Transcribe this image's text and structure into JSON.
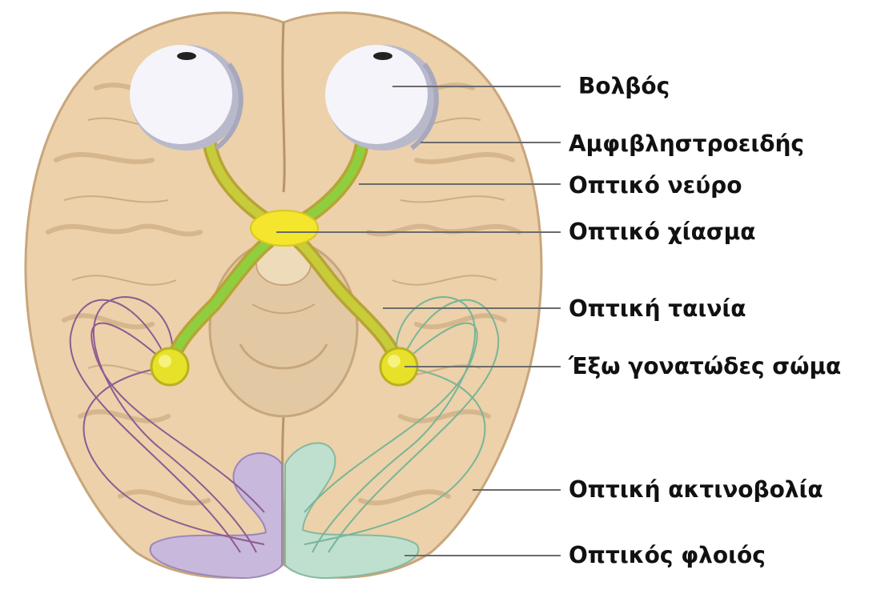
{
  "diagram": {
    "labels": {
      "bulb": "Βολβός",
      "retina": "Αμφιβληστροειδής",
      "optic_nerve": "Οπτικό νεύρο",
      "optic_chiasm": "Οπτικό χίασμα",
      "optic_tract": "Οπτική ταινία",
      "lgn": "Έξω γονατώδες σώμα",
      "optic_radiation": "Οπτική ακτινοβολία",
      "visual_cortex": "Οπτικός φλοιός"
    },
    "colors": {
      "brain": "#ecd1aa",
      "brain_shadow": "#c8a67c",
      "brain_groove": "#b8946a",
      "eye": "#f4f4fa",
      "eye_shadow": "#b9b9cc",
      "pathway_outer": "#b9a335",
      "pathway_left": "#c7cc3a",
      "pathway_right": "#8fce3e",
      "chiasm": "#f3e62c",
      "nucleus": "#e8e12a",
      "cortex_left": "#c8b8dc",
      "cortex_right": "#bfe0cf",
      "radiation_left": "#8d5b92",
      "radiation_right": "#78b596",
      "leader_line": "#6b6b6b",
      "label_text": "#111111"
    }
  }
}
